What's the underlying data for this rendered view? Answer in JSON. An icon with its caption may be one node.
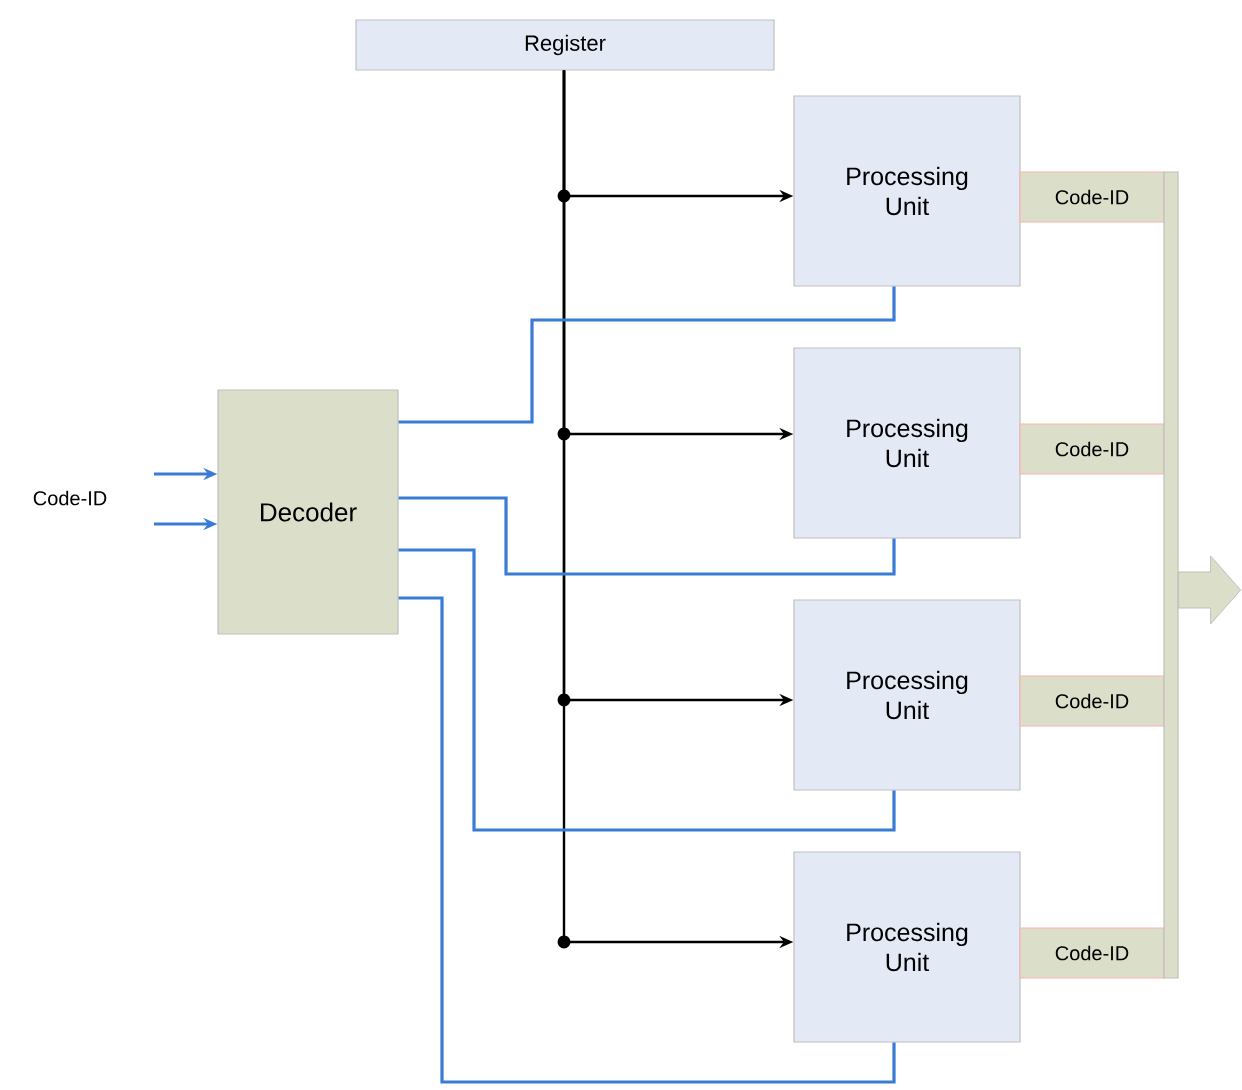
{
  "diagram": {
    "nodes": [
      {
        "text": [
          "Register"
        ]
      },
      {
        "text": [
          "Decoder"
        ]
      },
      {
        "text": [
          "Processing Unit"
        ]
      },
      {
        "text": [
          "Processing Unit"
        ]
      },
      {
        "text": [
          "Processing Unit"
        ]
      },
      {
        "text": [
          "Processing Unit"
        ]
      },
      {
        "text": [
          "Code-ID"
        ]
      },
      {
        "text": [
          "Code-ID"
        ]
      },
      {
        "text": [
          "Code-ID"
        ]
      },
      {
        "text": [
          "Code-ID"
        ]
      },
      {
        "text": [],
        "shape": "bar"
      }
    ],
    "edges": [
      {
        "from": 0,
        "to": 2,
        "arrow": "to",
        "color": "#000000"
      },
      {
        "from": 0,
        "to": 3,
        "arrow": "to",
        "color": "#000000"
      },
      {
        "from": 0,
        "to": 4,
        "arrow": "to",
        "color": "#000000"
      },
      {
        "from": 0,
        "to": 5,
        "arrow": "to",
        "color": "#000000"
      },
      {
        "from": null,
        "to": 1,
        "arrow": "to"
      },
      {
        "from": null,
        "to": 1,
        "arrow": "to"
      },
      {
        "from": 1,
        "to": 2,
        "arrow": "none"
      },
      {
        "from": 1,
        "to": 3,
        "arrow": "none"
      },
      {
        "from": 1,
        "to": 4,
        "arrow": "none"
      },
      {
        "from": 1,
        "to": 5,
        "arrow": "none"
      },
      {
        "from": 10,
        "to": null,
        "arrow": "to",
        "style": "thick"
      }
    ],
    "labels": [
      "Code-ID"
    ]
  }
}
